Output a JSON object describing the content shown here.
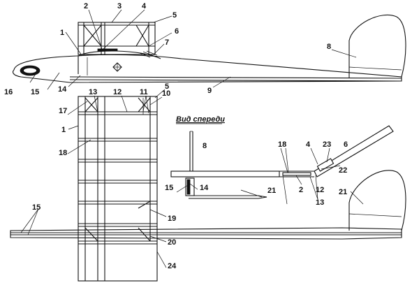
{
  "view_title": "Вид спереди",
  "labels": {
    "l1": "1",
    "l2": "2",
    "l3": "3",
    "l4": "4",
    "l5": "5",
    "l6": "6",
    "l7": "7",
    "l8": "8",
    "l9": "9",
    "l10": "10",
    "l11": "11",
    "l12": "12",
    "l13": "13",
    "l14": "14",
    "l15": "15",
    "l16": "16",
    "l17": "17",
    "l18": "18",
    "l19": "19",
    "l20": "20",
    "l21": "21",
    "l22": "22",
    "l23": "23",
    "l24": "24"
  }
}
